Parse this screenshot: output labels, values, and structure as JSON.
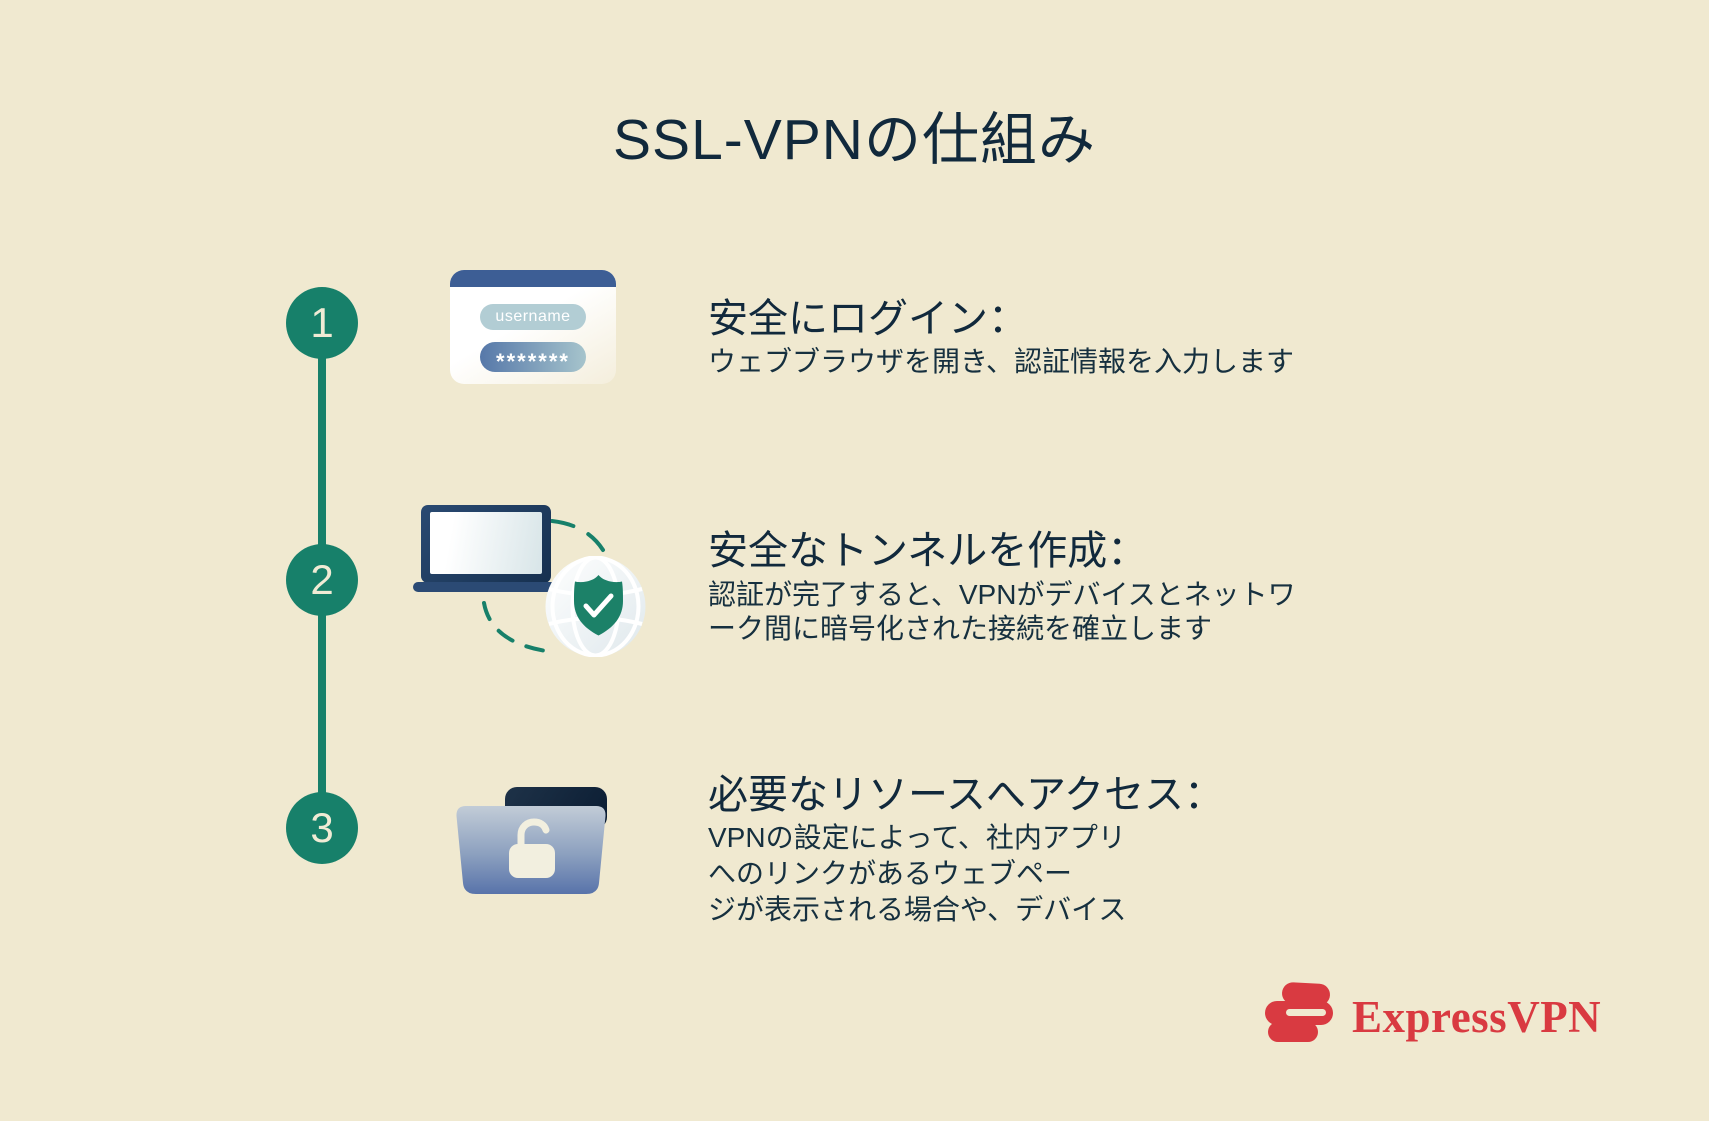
{
  "title": "SSL-VPNの仕組み",
  "steps": [
    {
      "number": "1",
      "icon": "login-form-icon",
      "heading": "安全にログイン：",
      "body_lines": [
        "ウェブブラウザを開き、認証情報を入力します"
      ],
      "login_form": {
        "username_value": "username",
        "password_value": "*******"
      }
    },
    {
      "number": "2",
      "icon": "laptop-secure-globe-icon",
      "heading": "安全なトンネルを作成：",
      "body_lines": [
        "認証が完了すると、VPNがデバイスとネットワ",
        "ーク間に暗号化された接続を確立します"
      ]
    },
    {
      "number": "3",
      "icon": "unlocked-folder-icon",
      "heading": "必要なリソースへアクセス：",
      "body_lines": [
        "VPNの設定によって、社内アプリ",
        "へのリンクがあるウェブペー",
        "ジが表示される場合や、デバイス"
      ]
    }
  ],
  "brand": {
    "name": "ExpressVPN"
  },
  "colors": {
    "background": "#F0E9D0",
    "heading_text": "#11293C",
    "body_text": "#16303F",
    "accent_green": "#17806A",
    "brand_red": "#D93A41",
    "form_header_blue": "#3D5E95",
    "password_gradient_start": "#5678A9",
    "password_gradient_end": "#A6C4CC",
    "username_pill": "#B2CDD4",
    "folder_gradient_top": "#C2CCD7",
    "folder_gradient_bottom": "#5873AA",
    "dark_navy": "#14283D"
  }
}
